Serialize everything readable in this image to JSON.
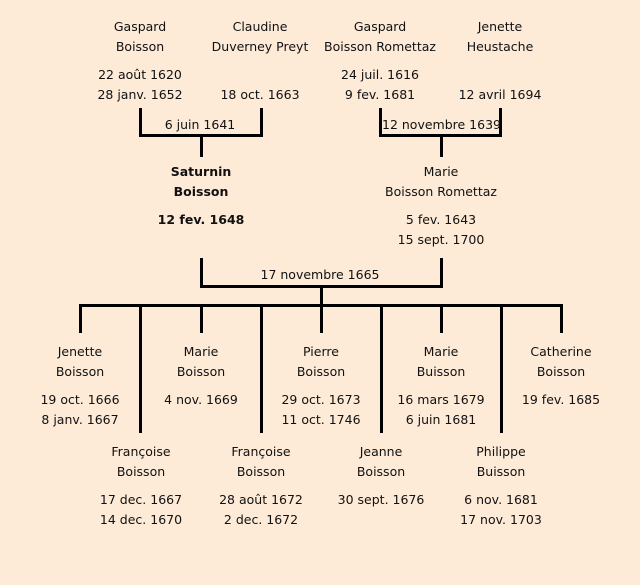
{
  "colors": {
    "background": "#FDEBD8",
    "lines": "#000000",
    "text": "#111111"
  },
  "grandparents": [
    {
      "first": "Gaspard",
      "last": "Boisson",
      "birth": "22 août 1620",
      "death": "28 janv. 1652"
    },
    {
      "first": "Claudine",
      "last": "Duverney Preyt",
      "birth": "",
      "death": "18 oct. 1663"
    },
    {
      "first": "Gaspard",
      "last": "Boisson Romettaz",
      "birth": "24 juil. 1616",
      "death": "9 fev. 1681"
    },
    {
      "first": "Jenette",
      "last": "Heustache",
      "birth": "",
      "death": "12 avril 1694"
    }
  ],
  "grandparent_marriages": [
    "6 juin 1641",
    "12 novembre 1639"
  ],
  "parents": [
    {
      "first": "Saturnin",
      "last": "Boisson",
      "birth": "12 fev. 1648",
      "death": "",
      "highlight": true
    },
    {
      "first": "Marie",
      "last": "Boisson Romettaz",
      "birth": "5 fev. 1643",
      "death": "15 sept. 1700",
      "highlight": false
    }
  ],
  "parent_marriage": "17 novembre 1665",
  "children": [
    {
      "first": "Jenette",
      "last": "Boisson",
      "birth": "19 oct. 1666",
      "death": "8 janv. 1667"
    },
    {
      "first": "Françoise",
      "last": "Boisson",
      "birth": "17 dec. 1667",
      "death": "14 dec. 1670"
    },
    {
      "first": "Marie",
      "last": "Boisson",
      "birth": "4 nov. 1669",
      "death": ""
    },
    {
      "first": "Françoise",
      "last": "Boisson",
      "birth": "28 août 1672",
      "death": "2 dec. 1672"
    },
    {
      "first": "Pierre",
      "last": "Boisson",
      "birth": "29 oct. 1673",
      "death": "11 oct. 1746"
    },
    {
      "first": "Jeanne",
      "last": "Boisson",
      "birth": "30 sept. 1676",
      "death": ""
    },
    {
      "first": "Marie",
      "last": "Buisson",
      "birth": "16 mars 1679",
      "death": "6 juin 1681"
    },
    {
      "first": "Philippe",
      "last": "Buisson",
      "birth": "6 nov. 1681",
      "death": "17 nov. 1703"
    },
    {
      "first": "Catherine",
      "last": "Boisson",
      "birth": "19 fev. 1685",
      "death": ""
    }
  ]
}
